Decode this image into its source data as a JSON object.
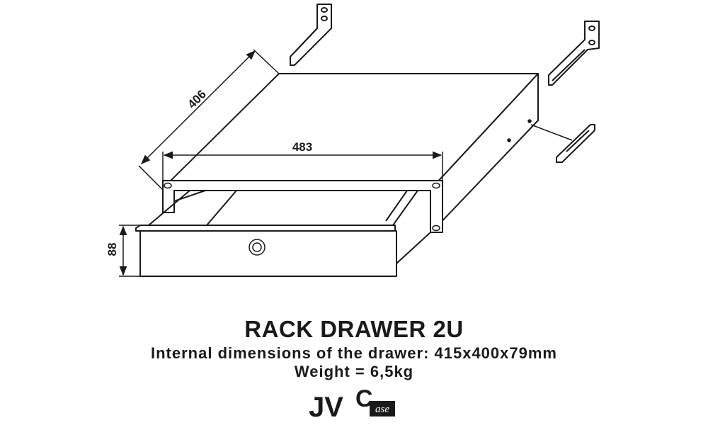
{
  "dimensions": {
    "depth": "406",
    "width": "483",
    "height": "88"
  },
  "title": "RACK DRAWER 2U",
  "subtitle": "Internal dimensions of the drawer: 415x400x79mm",
  "weight": "Weight = 6,5kg",
  "logo": {
    "main": "JV",
    "big_letter": "C",
    "small": "ase"
  },
  "colors": {
    "line": "#1a1a1a",
    "background": "#ffffff"
  }
}
